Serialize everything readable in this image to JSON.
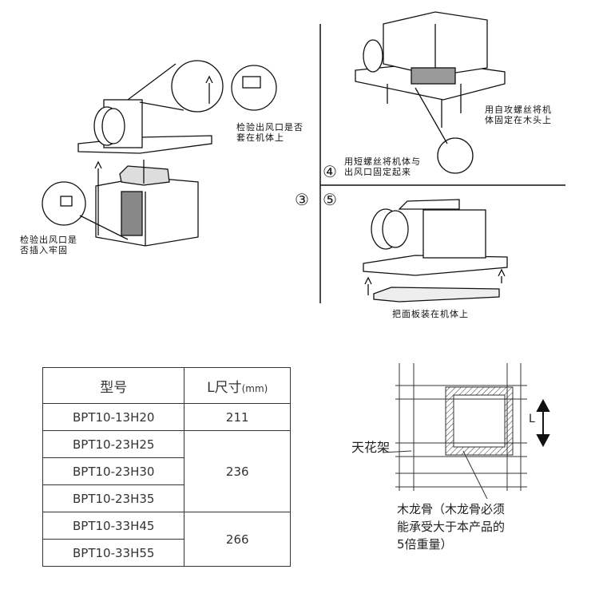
{
  "steps": {
    "step3": {
      "number": "③",
      "note_top": "检验出风口是否\n套在机体上",
      "note_bottom": "检验出风口是\n否插入牢固"
    },
    "step4": {
      "number": "④",
      "note_screws": "用自攻螺丝将机\n体固定在木头上",
      "note_short": "用短螺丝将机体与\n出风口固定起来"
    },
    "step5": {
      "number": "⑤",
      "note": "把面板装在机体上"
    }
  },
  "table": {
    "headers": {
      "model": "型号",
      "length": "L尺寸",
      "unit": "(mm)"
    },
    "rows": [
      {
        "model": "BPT10-13H20",
        "length": "211"
      },
      {
        "model": "BPT10-23H25",
        "length": "236"
      },
      {
        "model": "BPT10-23H30"
      },
      {
        "model": "BPT10-23H35"
      },
      {
        "model": "BPT10-33H45",
        "length": "266"
      },
      {
        "model": "BPT10-33H55"
      }
    ]
  },
  "ceiling_diagram": {
    "dimension_label": "L",
    "ceiling_frame_label": "天花架",
    "joist_note": "木龙骨（木龙骨必须\n能承受大于本产品的\n5倍重量）"
  }
}
